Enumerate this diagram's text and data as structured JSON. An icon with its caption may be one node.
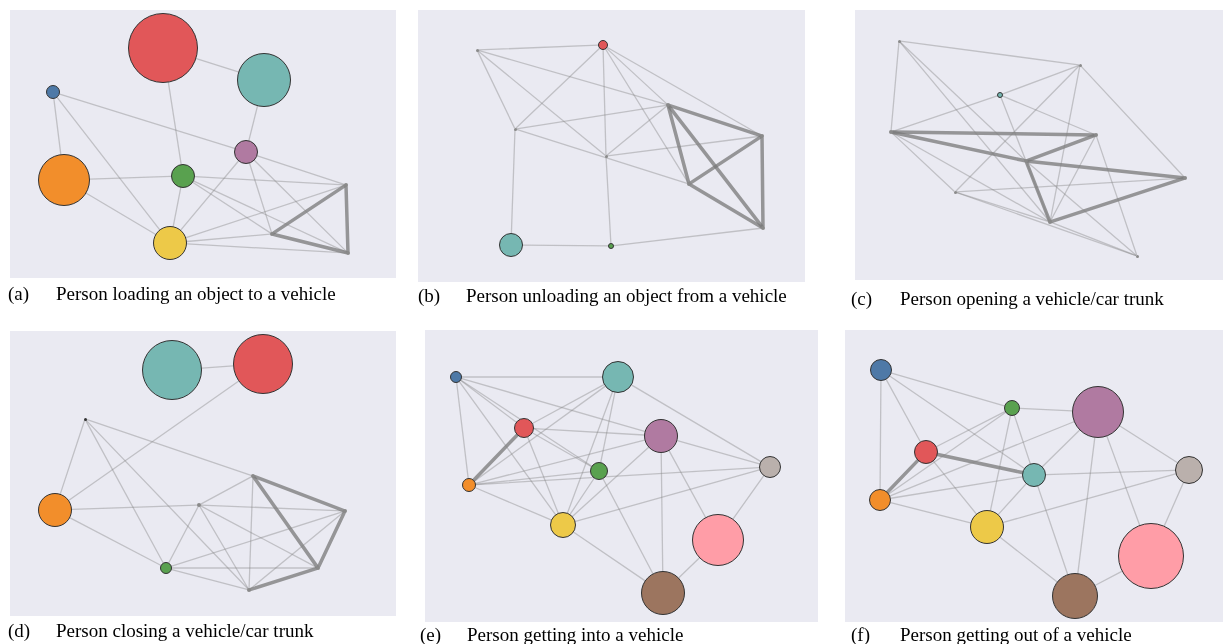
{
  "diagram": {
    "nodes": [
      {
        "text": [
          "(a)",
          "Person loading an object to a vehicle"
        ]
      },
      {
        "text": [],
        "shape": "circle",
        "in": 0
      },
      {
        "text": [],
        "shape": "circle",
        "in": 0
      },
      {
        "text": [],
        "shape": "circle",
        "in": 0
      },
      {
        "text": [],
        "shape": "circle",
        "in": 0
      },
      {
        "text": [],
        "shape": "circle",
        "in": 0
      },
      {
        "text": [],
        "shape": "circle",
        "in": 0
      },
      {
        "text": [],
        "shape": "circle",
        "in": 0
      },
      {
        "text": [],
        "shape": "circle",
        "in": 0
      },
      {
        "text": [],
        "shape": "circle",
        "in": 0
      },
      {
        "text": [],
        "shape": "circle",
        "in": 0
      },
      {
        "text": [
          "(b)",
          "Person unloading an object from a vehicle"
        ]
      },
      {
        "text": [],
        "shape": "circle",
        "in": 11
      },
      {
        "text": [],
        "shape": "circle",
        "in": 11
      },
      {
        "text": [],
        "shape": "circle",
        "in": 11
      },
      {
        "text": [],
        "shape": "circle",
        "in": 11
      },
      {
        "text": [],
        "shape": "circle",
        "in": 11
      },
      {
        "text": [],
        "shape": "circle",
        "in": 11
      },
      {
        "text": [],
        "shape": "circle",
        "in": 11
      },
      {
        "text": [],
        "shape": "circle",
        "in": 11
      },
      {
        "text": [],
        "shape": "circle",
        "in": 11
      },
      {
        "text": [],
        "shape": "circle",
        "in": 11
      },
      {
        "text": [
          "(c)",
          "Person opening a vehicle/car trunk"
        ]
      },
      {
        "text": [],
        "shape": "circle",
        "in": 22
      },
      {
        "text": [],
        "shape": "circle",
        "in": 22
      },
      {
        "text": [],
        "shape": "circle",
        "in": 22
      },
      {
        "text": [],
        "shape": "circle",
        "in": 22
      },
      {
        "text": [],
        "shape": "circle",
        "in": 22
      },
      {
        "text": [],
        "shape": "circle",
        "in": 22
      },
      {
        "text": [],
        "shape": "circle",
        "in": 22
      },
      {
        "text": [],
        "shape": "circle",
        "in": 22
      },
      {
        "text": [],
        "shape": "circle",
        "in": 22
      },
      {
        "text": [],
        "shape": "circle",
        "in": 22
      },
      {
        "text": [
          "(d)",
          "Person closing a vehicle/car trunk"
        ]
      },
      {
        "text": [],
        "shape": "circle",
        "in": 33
      },
      {
        "text": [],
        "shape": "circle",
        "in": 33
      },
      {
        "text": [],
        "shape": "circle",
        "in": 33
      },
      {
        "text": [],
        "shape": "circle",
        "in": 33
      },
      {
        "text": [],
        "shape": "circle",
        "in": 33
      },
      {
        "text": [],
        "shape": "circle",
        "in": 33
      },
      {
        "text": [],
        "shape": "circle",
        "in": 33
      },
      {
        "text": [],
        "shape": "circle",
        "in": 33
      },
      {
        "text": [],
        "shape": "circle",
        "in": 33
      },
      {
        "text": [],
        "shape": "circle",
        "in": 33
      },
      {
        "text": [
          "(e)",
          "Person getting into a vehicle"
        ]
      },
      {
        "text": [],
        "shape": "circle",
        "in": 44
      },
      {
        "text": [],
        "shape": "circle",
        "in": 44
      },
      {
        "text": [],
        "shape": "circle",
        "in": 44
      },
      {
        "text": [],
        "shape": "circle",
        "in": 44
      },
      {
        "text": [],
        "shape": "circle",
        "in": 44
      },
      {
        "text": [],
        "shape": "circle",
        "in": 44
      },
      {
        "text": [],
        "shape": "circle",
        "in": 44
      },
      {
        "text": [],
        "shape": "circle",
        "in": 44
      },
      {
        "text": [],
        "shape": "circle",
        "in": 44
      },
      {
        "text": [],
        "shape": "circle",
        "in": 44
      },
      {
        "text": [
          "(f)",
          "Person getting out of a vehicle"
        ]
      },
      {
        "text": [],
        "shape": "circle",
        "in": 55
      },
      {
        "text": [],
        "shape": "circle",
        "in": 55
      },
      {
        "text": [],
        "shape": "circle",
        "in": 55
      },
      {
        "text": [],
        "shape": "circle",
        "in": 55
      },
      {
        "text": [],
        "shape": "circle",
        "in": 55
      },
      {
        "text": [],
        "shape": "circle",
        "in": 55
      },
      {
        "text": [],
        "shape": "circle",
        "in": 55
      },
      {
        "text": [],
        "shape": "circle",
        "in": 55
      },
      {
        "text": [],
        "shape": "circle",
        "in": 55
      },
      {
        "text": [],
        "shape": "circle",
        "in": 55
      }
    ],
    "edges": [
      {
        "from": 9,
        "to": 8,
        "arrow": "none",
        "style": "thick"
      },
      {
        "from": 8,
        "to": 10,
        "arrow": "none",
        "style": "thick"
      },
      {
        "from": 9,
        "to": 10,
        "arrow": "none",
        "style": "thick"
      },
      {
        "from": 5,
        "to": 8,
        "arrow": "none"
      },
      {
        "from": 5,
        "to": 10,
        "arrow": "none"
      },
      {
        "from": 5,
        "to": 9,
        "arrow": "none"
      },
      {
        "from": 4,
        "to": 8,
        "arrow": "none"
      },
      {
        "from": 4,
        "to": 10,
        "arrow": "none"
      },
      {
        "from": 4,
        "to": 9,
        "arrow": "none"
      },
      {
        "from": 4,
        "to": 7,
        "arrow": "none"
      },
      {
        "from": 7,
        "to": 9,
        "arrow": "none"
      },
      {
        "from": 7,
        "to": 10,
        "arrow": "none"
      },
      {
        "from": 7,
        "to": 8,
        "arrow": "none"
      },
      {
        "from": 3,
        "to": 4,
        "arrow": "none"
      },
      {
        "from": 3,
        "to": 7,
        "arrow": "none"
      },
      {
        "from": 5,
        "to": 7,
        "arrow": "none"
      },
      {
        "from": 6,
        "to": 5,
        "arrow": "none"
      },
      {
        "from": 6,
        "to": 7,
        "arrow": "none"
      },
      {
        "from": 1,
        "to": 2,
        "arrow": "none"
      },
      {
        "from": 2,
        "to": 4,
        "arrow": "none"
      },
      {
        "from": 3,
        "to": 6,
        "arrow": "none"
      },
      {
        "from": 1,
        "to": 5,
        "arrow": "none"
      },
      {
        "from": 14,
        "to": 16,
        "arrow": "none",
        "style": "thick"
      },
      {
        "from": 14,
        "to": 18,
        "arrow": "none",
        "style": "thick"
      },
      {
        "from": 14,
        "to": 19,
        "arrow": "none",
        "style": "thick"
      },
      {
        "from": 16,
        "to": 18,
        "arrow": "none",
        "style": "thick"
      },
      {
        "from": 16,
        "to": 19,
        "arrow": "none",
        "style": "thick"
      },
      {
        "from": 18,
        "to": 19,
        "arrow": "none",
        "style": "thick"
      },
      {
        "from": 12,
        "to": 14,
        "arrow": "none"
      },
      {
        "from": 15,
        "to": 13,
        "arrow": "none"
      },
      {
        "from": 15,
        "to": 14,
        "arrow": "none"
      },
      {
        "from": 15,
        "to": 18,
        "arrow": "none"
      },
      {
        "from": 17,
        "to": 16,
        "arrow": "none"
      },
      {
        "from": 17,
        "to": 14,
        "arrow": "none"
      },
      {
        "from": 12,
        "to": 13,
        "arrow": "none"
      },
      {
        "from": 12,
        "to": 15,
        "arrow": "none"
      },
      {
        "from": 12,
        "to": 17,
        "arrow": "none"
      },
      {
        "from": 13,
        "to": 17,
        "arrow": "none"
      },
      {
        "from": 13,
        "to": 18,
        "arrow": "none"
      },
      {
        "from": 13,
        "to": 16,
        "arrow": "none"
      },
      {
        "from": 21,
        "to": 17,
        "arrow": "none"
      },
      {
        "from": 21,
        "to": 19,
        "arrow": "none"
      },
      {
        "from": 20,
        "to": 15,
        "arrow": "none"
      },
      {
        "from": 20,
        "to": 21,
        "arrow": "none"
      },
      {
        "from": 13,
        "to": 14,
        "arrow": "none"
      },
      {
        "from": 28,
        "to": 27,
        "arrow": "none",
        "style": "thick"
      },
      {
        "from": 28,
        "to": 31,
        "arrow": "none",
        "style": "thick"
      },
      {
        "from": 31,
        "to": 29,
        "arrow": "none",
        "style": "thick"
      },
      {
        "from": 28,
        "to": 29,
        "arrow": "none",
        "style": "thick"
      },
      {
        "from": 26,
        "to": 28,
        "arrow": "none",
        "style": "thick"
      },
      {
        "from": 26,
        "to": 27,
        "arrow": "none",
        "style": "thick"
      },
      {
        "from": 25,
        "to": 24,
        "arrow": "none"
      },
      {
        "from": 25,
        "to": 26,
        "arrow": "none"
      },
      {
        "from": 23,
        "to": 26,
        "arrow": "none"
      },
      {
        "from": 23,
        "to": 31,
        "arrow": "none"
      },
      {
        "from": 23,
        "to": 24,
        "arrow": "none"
      },
      {
        "from": 24,
        "to": 30,
        "arrow": "none"
      },
      {
        "from": 24,
        "to": 31,
        "arrow": "none"
      },
      {
        "from": 24,
        "to": 29,
        "arrow": "none"
      },
      {
        "from": 26,
        "to": 30,
        "arrow": "none"
      },
      {
        "from": 26,
        "to": 31,
        "arrow": "none"
      },
      {
        "from": 27,
        "to": 31,
        "arrow": "none"
      },
      {
        "from": 27,
        "to": 32,
        "arrow": "none"
      },
      {
        "from": 30,
        "to": 29,
        "arrow": "none"
      },
      {
        "from": 30,
        "to": 31,
        "arrow": "none"
      },
      {
        "from": 30,
        "to": 32,
        "arrow": "none"
      },
      {
        "from": 31,
        "to": 32,
        "arrow": "none"
      },
      {
        "from": 28,
        "to": 32,
        "arrow": "none"
      },
      {
        "from": 25,
        "to": 27,
        "arrow": "none"
      },
      {
        "from": 25,
        "to": 31,
        "arrow": "none"
      },
      {
        "from": 23,
        "to": 28,
        "arrow": "none"
      },
      {
        "from": 37,
        "to": 40,
        "arrow": "none",
        "style": "thick"
      },
      {
        "from": 37,
        "to": 42,
        "arrow": "none",
        "style": "thick"
      },
      {
        "from": 40,
        "to": 42,
        "arrow": "none",
        "style": "thick"
      },
      {
        "from": 42,
        "to": 43,
        "arrow": "none",
        "style": "thick"
      },
      {
        "from": 36,
        "to": 37,
        "arrow": "none"
      },
      {
        "from": 37,
        "to": 43,
        "arrow": "none"
      },
      {
        "from": 38,
        "to": 37,
        "arrow": "none"
      },
      {
        "from": 38,
        "to": 40,
        "arrow": "none"
      },
      {
        "from": 38,
        "to": 42,
        "arrow": "none"
      },
      {
        "from": 38,
        "to": 43,
        "arrow": "none"
      },
      {
        "from": 40,
        "to": 43,
        "arrow": "none"
      },
      {
        "from": 41,
        "to": 42,
        "arrow": "none"
      },
      {
        "from": 41,
        "to": 43,
        "arrow": "none"
      },
      {
        "from": 41,
        "to": 40,
        "arrow": "none"
      },
      {
        "from": 41,
        "to": 38,
        "arrow": "none"
      },
      {
        "from": 41,
        "to": 36,
        "arrow": "none"
      },
      {
        "from": 39,
        "to": 38,
        "arrow": "none"
      },
      {
        "from": 39,
        "to": 36,
        "arrow": "none"
      },
      {
        "from": 39,
        "to": 41,
        "arrow": "none"
      },
      {
        "from": 35,
        "to": 34,
        "arrow": "none"
      },
      {
        "from": 39,
        "to": 34,
        "arrow": "none"
      },
      {
        "from": 36,
        "to": 43,
        "arrow": "none"
      },
      {
        "from": 47,
        "to": 51,
        "arrow": "none",
        "style": "thick"
      },
      {
        "from": 45,
        "to": 47,
        "arrow": "none"
      },
      {
        "from": 45,
        "to": 51,
        "arrow": "none"
      },
      {
        "from": 45,
        "to": 52,
        "arrow": "none"
      },
      {
        "from": 45,
        "to": 50,
        "arrow": "none"
      },
      {
        "from": 45,
        "to": 48,
        "arrow": "none"
      },
      {
        "from": 45,
        "to": 46,
        "arrow": "none"
      },
      {
        "from": 47,
        "to": 46,
        "arrow": "none"
      },
      {
        "from": 47,
        "to": 50,
        "arrow": "none"
      },
      {
        "from": 47,
        "to": 52,
        "arrow": "none"
      },
      {
        "from": 47,
        "to": 48,
        "arrow": "none"
      },
      {
        "from": 51,
        "to": 50,
        "arrow": "none"
      },
      {
        "from": 51,
        "to": 49,
        "arrow": "none"
      },
      {
        "from": 51,
        "to": 48,
        "arrow": "none"
      },
      {
        "from": 51,
        "to": 52,
        "arrow": "none"
      },
      {
        "from": 51,
        "to": 46,
        "arrow": "none"
      },
      {
        "from": 50,
        "to": 46,
        "arrow": "none"
      },
      {
        "from": 50,
        "to": 52,
        "arrow": "none"
      },
      {
        "from": 52,
        "to": 48,
        "arrow": "none"
      },
      {
        "from": 52,
        "to": 49,
        "arrow": "none"
      },
      {
        "from": 52,
        "to": 46,
        "arrow": "none"
      },
      {
        "from": 46,
        "to": 49,
        "arrow": "none"
      },
      {
        "from": 48,
        "to": 49,
        "arrow": "none"
      },
      {
        "from": 48,
        "to": 53,
        "arrow": "none"
      },
      {
        "from": 48,
        "to": 54,
        "arrow": "none"
      },
      {
        "from": 49,
        "to": 53,
        "arrow": "none"
      },
      {
        "from": 53,
        "to": 54,
        "arrow": "none"
      },
      {
        "from": 52,
        "to": 54,
        "arrow": "none"
      },
      {
        "from": 50,
        "to": 54,
        "arrow": "none"
      },
      {
        "from": 59,
        "to": 61,
        "arrow": "none",
        "style": "thick"
      },
      {
        "from": 59,
        "to": 62,
        "arrow": "none",
        "style": "thick"
      },
      {
        "from": 56,
        "to": 57,
        "arrow": "none"
      },
      {
        "from": 56,
        "to": 62,
        "arrow": "none"
      },
      {
        "from": 56,
        "to": 59,
        "arrow": "none"
      },
      {
        "from": 56,
        "to": 61,
        "arrow": "none"
      },
      {
        "from": 57,
        "to": 58,
        "arrow": "none"
      },
      {
        "from": 57,
        "to": 59,
        "arrow": "none"
      },
      {
        "from": 57,
        "to": 62,
        "arrow": "none"
      },
      {
        "from": 57,
        "to": 61,
        "arrow": "none"
      },
      {
        "from": 57,
        "to": 63,
        "arrow": "none"
      },
      {
        "from": 59,
        "to": 63,
        "arrow": "none"
      },
      {
        "from": 62,
        "to": 61,
        "arrow": "none"
      },
      {
        "from": 62,
        "to": 63,
        "arrow": "none"
      },
      {
        "from": 62,
        "to": 58,
        "arrow": "none"
      },
      {
        "from": 61,
        "to": 60,
        "arrow": "none"
      },
      {
        "from": 61,
        "to": 58,
        "arrow": "none"
      },
      {
        "from": 61,
        "to": 63,
        "arrow": "none"
      },
      {
        "from": 58,
        "to": 60,
        "arrow": "none"
      },
      {
        "from": 58,
        "to": 65,
        "arrow": "none"
      },
      {
        "from": 58,
        "to": 64,
        "arrow": "none"
      },
      {
        "from": 63,
        "to": 60,
        "arrow": "none"
      },
      {
        "from": 63,
        "to": 65,
        "arrow": "none"
      },
      {
        "from": 64,
        "to": 65,
        "arrow": "none"
      },
      {
        "from": 60,
        "to": 64,
        "arrow": "none"
      },
      {
        "from": 61,
        "to": 65,
        "arrow": "none"
      }
    ]
  }
}
